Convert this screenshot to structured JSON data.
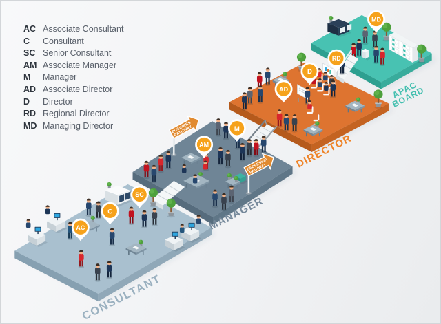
{
  "legend": {
    "items": [
      {
        "abbr": "AC",
        "label": "Associate Consultant"
      },
      {
        "abbr": "C",
        "label": "Consultant"
      },
      {
        "abbr": "SC",
        "label": "Senior Consultant"
      },
      {
        "abbr": "AM",
        "label": "Associate Manager"
      },
      {
        "abbr": "M",
        "label": "Manager"
      },
      {
        "abbr": "AD",
        "label": "Associate Director"
      },
      {
        "abbr": "D",
        "label": "Director"
      },
      {
        "abbr": "RD",
        "label": "Regional Director"
      },
      {
        "abbr": "MD",
        "label": "Managing Director"
      }
    ]
  },
  "colors": {
    "pin_badge": "#F6A21B",
    "pathway_sign": "#E18A2F"
  },
  "platforms": [
    {
      "id": "consultant",
      "label": "CONSULTANT",
      "label_color": "#9BB1C0",
      "colors": {
        "top": "#A9C0CF",
        "left": "#86A0B1",
        "right": "#90A8B8"
      },
      "pins": [
        {
          "code": "AC"
        },
        {
          "code": "C"
        },
        {
          "code": "SC"
        }
      ]
    },
    {
      "id": "manager",
      "label": "MANAGER",
      "label_color": "#75889A",
      "colors": {
        "top": "#6F8596",
        "left": "#566C7D",
        "right": "#5F7687"
      },
      "pins": [
        {
          "code": "AM"
        },
        {
          "code": "M"
        }
      ]
    },
    {
      "id": "director",
      "label": "DIRECTOR",
      "label_color": "#EF8327",
      "colors": {
        "top": "#DE7430",
        "left": "#B55A1C",
        "right": "#C46321"
      },
      "pins": [
        {
          "code": "AD"
        },
        {
          "code": "D"
        },
        {
          "code": "RD"
        }
      ]
    },
    {
      "id": "apac_board",
      "label": "APAC BOARD",
      "label_lines": [
        "APAC",
        "BOARD"
      ],
      "label_color": "#43BFAF",
      "colors": {
        "top": "#48C2B2",
        "left": "#2DA090",
        "right": "#38AC9C"
      },
      "pins": [
        {
          "code": "MD"
        }
      ]
    }
  ],
  "pathway_signs": [
    {
      "label": "BUSINESS PATHWAY",
      "lines": [
        "BUSINESS",
        "PATHWAY"
      ]
    },
    {
      "label": "LEADERSHIP PATHWAY",
      "lines": [
        "LEADERSHIP",
        "PATHWAY"
      ]
    }
  ]
}
